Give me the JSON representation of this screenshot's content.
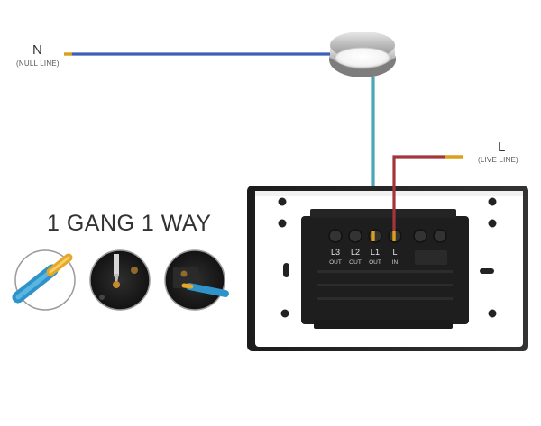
{
  "wiring": {
    "title": "1 GANG 1 WAY",
    "null_line": {
      "code": "N",
      "caption": "(NULL LINE)"
    },
    "live_line": {
      "code": "L",
      "caption": "(LIVE LINE)"
    }
  },
  "terminals": [
    {
      "label": "L3",
      "sub": "OUT"
    },
    {
      "label": "L2",
      "sub": "OUT"
    },
    {
      "label": "L1",
      "sub": "OUT"
    },
    {
      "label": "L",
      "sub": "IN"
    }
  ],
  "colors": {
    "neutral_wire": "#3d5fb8",
    "switched_wire": "#4aa7b7",
    "live_wire": "#a4353a",
    "wire_tip": "#d9a01c",
    "switch_body": "#222222",
    "plate": "#ffffff"
  }
}
